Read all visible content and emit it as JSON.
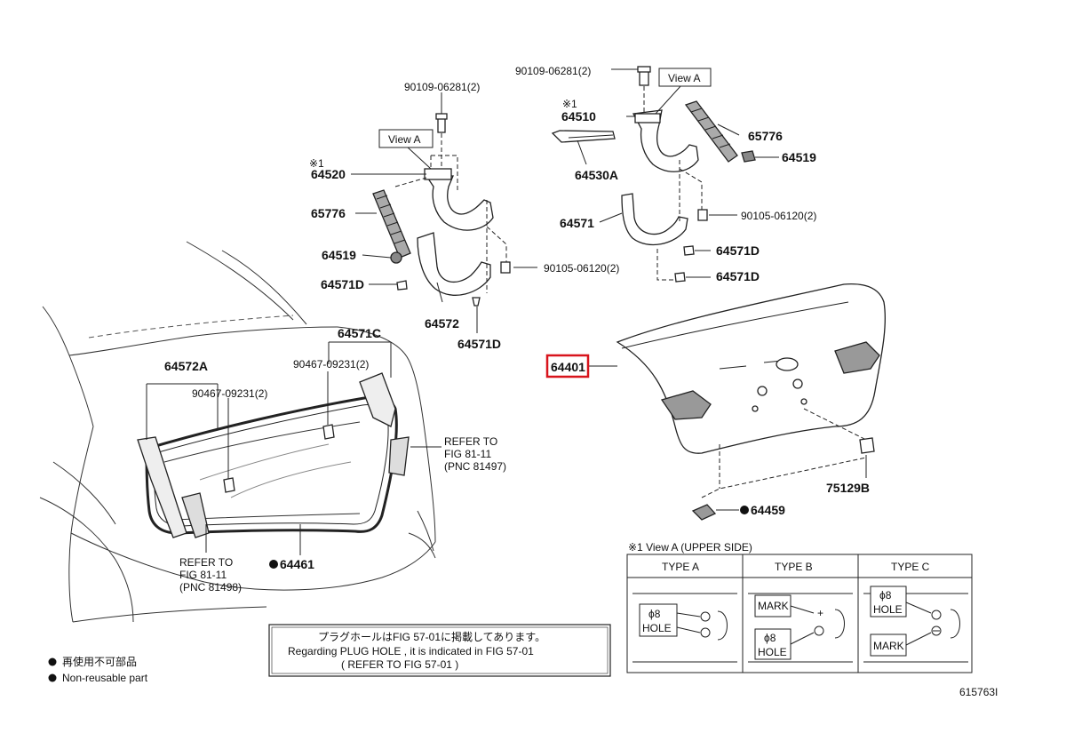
{
  "labels": {
    "p64401": "64401",
    "p64510": "64510",
    "p64520": "64520",
    "p64519_r": "64519",
    "p64519_l": "64519",
    "p64530a": "64530A",
    "p64571": "64571",
    "p64571c": "64571C",
    "p64571d_1": "64571D",
    "p64571d_2": "64571D",
    "p64571d_3": "64571D",
    "p64571d_4": "64571D",
    "p64572": "64572",
    "p64572a": "64572A",
    "p65776_r": "65776",
    "p65776_l": "65776",
    "p75129b": "75129B",
    "p64459": "64459",
    "p64461": "64461",
    "bolt_top_r": "90109-06281(2)",
    "bolt_top_l": "90109-06281(2)",
    "bolt_mid_r": "90105-06120(2)",
    "bolt_mid_l": "90105-06120(2)",
    "clip_c": "90467-09231(2)",
    "clip_a": "90467-09231(2)",
    "mark1_l": "※1",
    "mark1_r": "※1",
    "view_a_l": "View A",
    "view_a_r": "View A",
    "ref1_line1": "REFER TO",
    "ref1_line2": "FIG 81-11",
    "ref1_line3": "(PNC 81497)",
    "ref2_line1": "REFER TO",
    "ref2_line2": "FIG 81-11",
    "ref2_line3": "(PNC 81498)",
    "diagram_id": "615763I"
  },
  "view_table": {
    "caption": "※1 View A (UPPER SIDE)",
    "type_a": "TYPE A",
    "type_b": "TYPE B",
    "type_c": "TYPE C",
    "phi8": "ϕ8",
    "hole": "HOLE",
    "mark": "MARK"
  },
  "note_box": {
    "line1": "プラグホールはFIG 57-01に掲載してあります。",
    "line2": "Regarding  PLUG HOLE , it is indicated in FIG 57-01",
    "line3": "(  REFER TO FIG 57-01  )"
  },
  "legend": {
    "jp": "再使用不可部品",
    "en": "Non-reusable part"
  },
  "colors": {
    "highlight": "#d8141c",
    "ink": "#111111",
    "background": "#ffffff"
  }
}
